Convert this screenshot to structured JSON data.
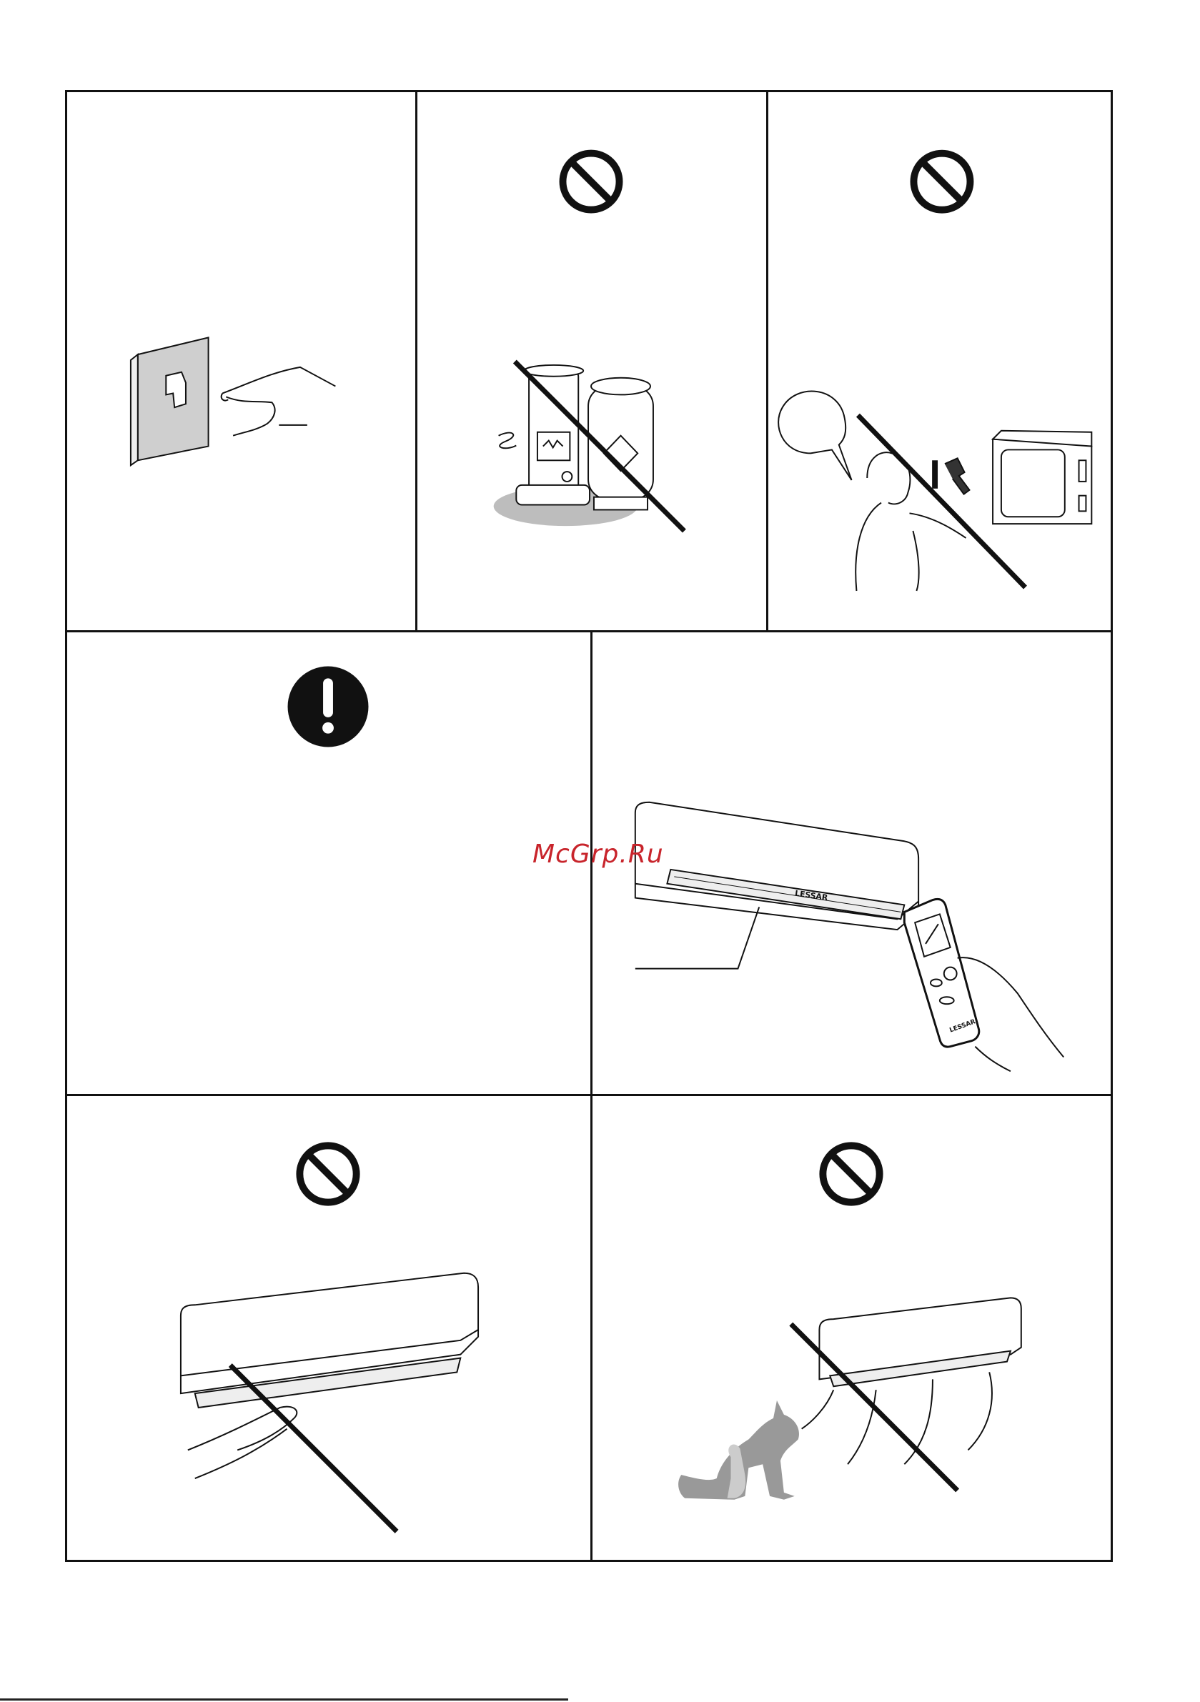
{
  "page": {
    "watermark": "McGrp.Ru",
    "brand_label": "LESSAR",
    "colors": {
      "line": "#111111",
      "shade": "#c9c9c9",
      "watermark": "#c8242b"
    }
  },
  "panels": [
    {
      "id": "p1",
      "icon": "none",
      "illustration": "hand-pressing-wall-switch"
    },
    {
      "id": "p2",
      "icon": "prohibition-icon",
      "illustration": "heater-and-gas-cylinder-crossed"
    },
    {
      "id": "p3",
      "icon": "prohibition-icon",
      "illustration": "user-repairing-outdoor-unit-crossed"
    },
    {
      "id": "p4",
      "icon": "mandatory-exclamation-icon",
      "illustration": "none"
    },
    {
      "id": "p5",
      "icon": "none",
      "illustration": "indoor-unit-with-remote-control"
    },
    {
      "id": "p6",
      "icon": "prohibition-icon",
      "illustration": "hand-in-air-outlet-crossed"
    },
    {
      "id": "p7",
      "icon": "prohibition-icon",
      "illustration": "airflow-on-pets-crossed"
    }
  ]
}
